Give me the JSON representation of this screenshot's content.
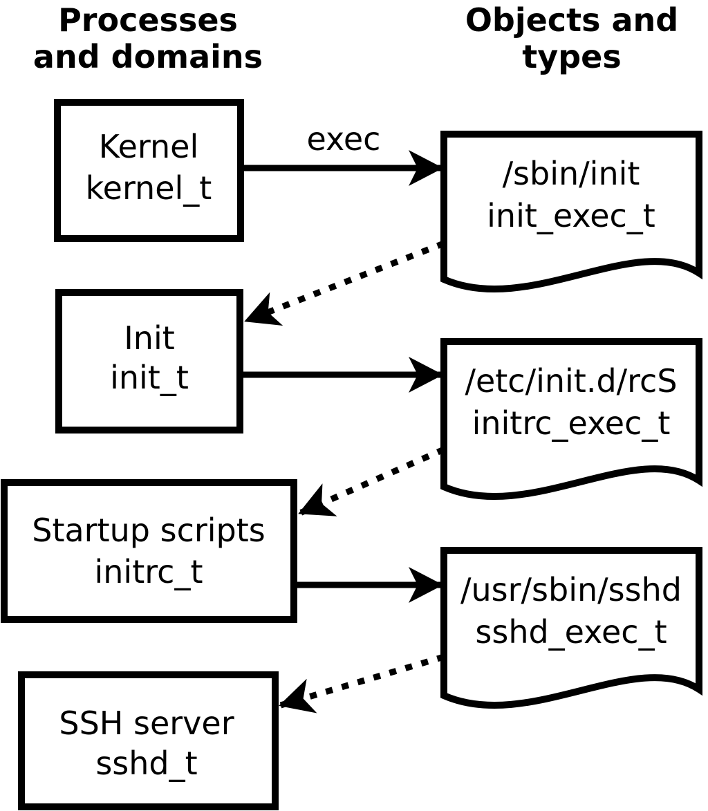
{
  "colors": {
    "foreground": "#000000",
    "background": "#ffffff"
  },
  "headers": {
    "left": {
      "line1": "Processes",
      "line2": "and domains"
    },
    "right": {
      "line1": "Objects and",
      "line2": "types"
    }
  },
  "process_boxes": [
    {
      "name": "Kernel",
      "type": "kernel_t"
    },
    {
      "name": "Init",
      "type": "init_t"
    },
    {
      "name": "Startup scripts",
      "type": "initrc_t"
    },
    {
      "name": "SSH server",
      "type": "sshd_t"
    }
  ],
  "object_docs": [
    {
      "path": "/sbin/init",
      "type": "init_exec_t"
    },
    {
      "path": "/etc/init.d/rcS",
      "type": "initrc_exec_t"
    },
    {
      "path": "/usr/sbin/sshd",
      "type": "sshd_exec_t"
    }
  ],
  "arrow_labels": {
    "exec": "exec"
  }
}
